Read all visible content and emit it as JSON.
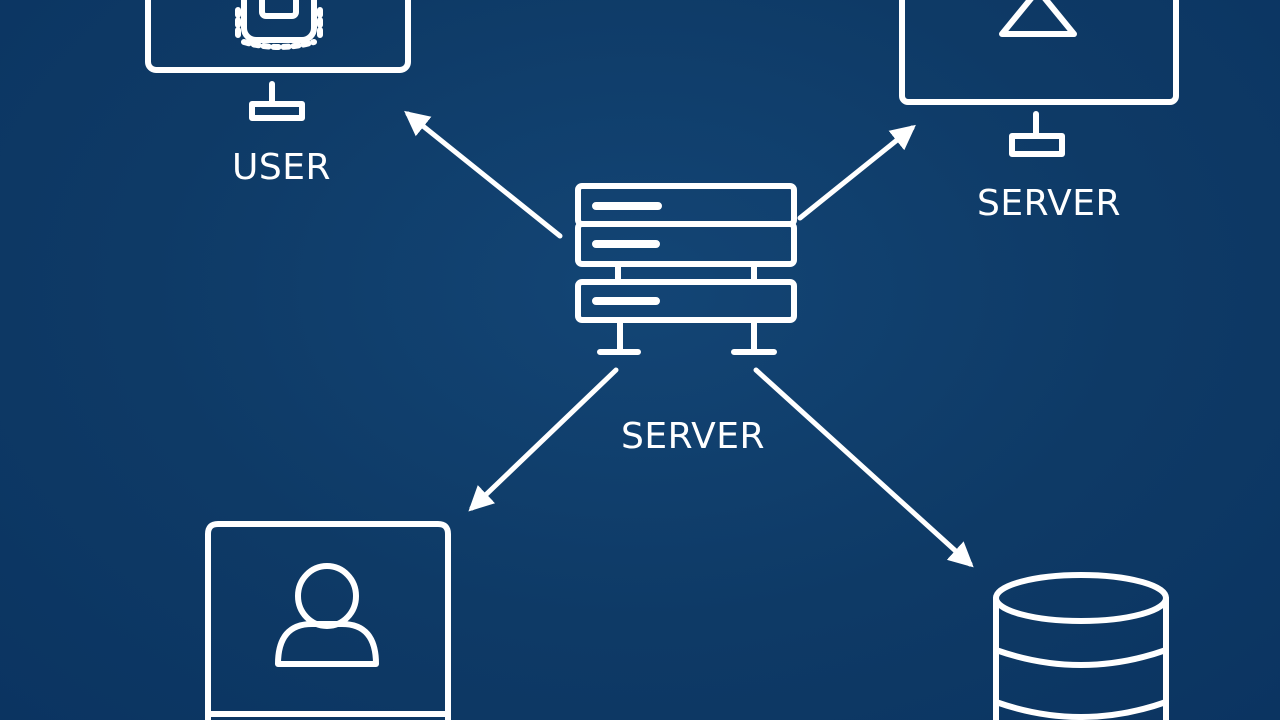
{
  "background_color": "#0f3a66",
  "line_color": "#ffffff",
  "nodes": {
    "user_monitor": {
      "label": "USER",
      "icon": "chip-monitor-icon"
    },
    "server_monitor": {
      "label": "SERVER",
      "icon": "triangle-monitor-icon"
    },
    "central_server": {
      "label": "SERVER",
      "icon": "server-rack-icon"
    },
    "user_terminal": {
      "icon": "user-profile-icon"
    },
    "database": {
      "icon": "database-icon"
    }
  },
  "connections": [
    {
      "from": "central_server",
      "to": "user_monitor"
    },
    {
      "from": "central_server",
      "to": "server_monitor"
    },
    {
      "from": "central_server",
      "to": "user_terminal"
    },
    {
      "from": "central_server",
      "to": "database"
    }
  ]
}
